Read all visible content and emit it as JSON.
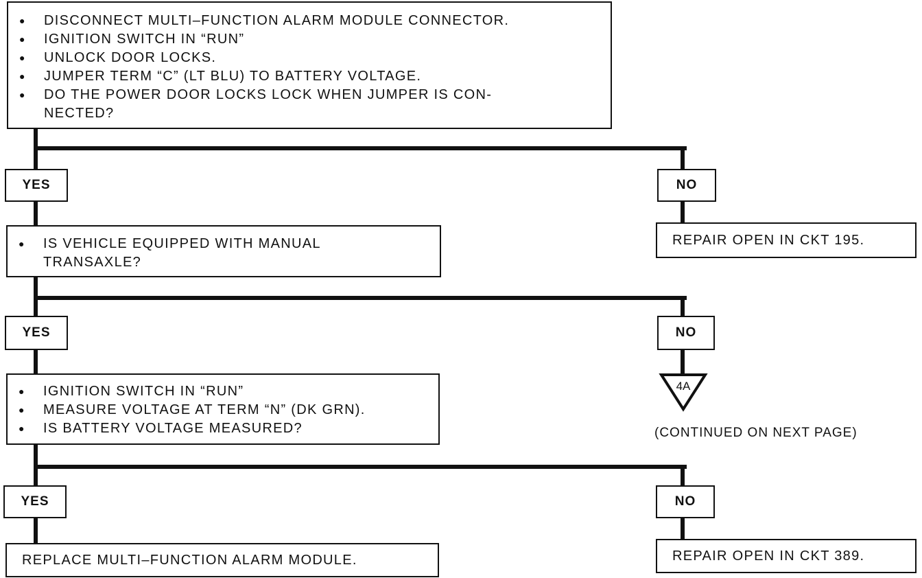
{
  "step1": {
    "items": [
      "DISCONNECT MULTI–FUNCTION ALARM MODULE CONNECTOR.",
      "IGNITION SWITCH IN “RUN”",
      "UNLOCK DOOR LOCKS.",
      "JUMPER TERM “C” (LT BLU) TO BATTERY VOLTAGE.",
      "DO THE POWER DOOR LOCKS LOCK WHEN JUMPER IS CON-NECTED?"
    ],
    "last_item_line1": "DO THE POWER DOOR LOCKS LOCK WHEN JUMPER IS CON-",
    "last_item_line2": "NECTED?",
    "yes": "YES",
    "no": "NO"
  },
  "step1_no_action": "REPAIR OPEN IN CKT 195.",
  "step2": {
    "line1": "IS VEHICLE EQUIPPED WITH MANUAL",
    "line2": "TRANSAXLE?",
    "yes": "YES",
    "no": "NO"
  },
  "connector": {
    "label": "4A",
    "note": "(CONTINUED ON NEXT PAGE)"
  },
  "step3": {
    "items": [
      "IGNITION SWITCH IN “RUN”",
      "MEASURE VOLTAGE AT TERM “N” (DK GRN).",
      "IS BATTERY VOLTAGE MEASURED?"
    ],
    "yes": "YES",
    "no": "NO"
  },
  "step3_yes_action": "REPLACE MULTI–FUNCTION ALARM MODULE.",
  "step3_no_action": "REPAIR OPEN IN CKT 389."
}
